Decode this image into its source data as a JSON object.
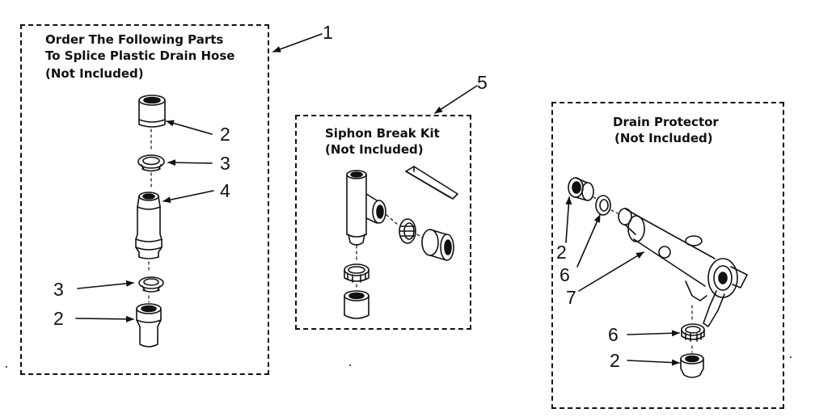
{
  "groups": {
    "splice": {
      "title_lines": [
        "Order The Following Parts",
        "To Splice Plastic Drain Hose",
        "(Not Included)"
      ],
      "callout": "1"
    },
    "siphon": {
      "title_lines": [
        "Siphon Break Kit",
        "(Not Included)"
      ],
      "callout": "5"
    },
    "protector": {
      "title_lines": [
        "Drain Protector",
        "(Not Included)"
      ]
    }
  },
  "callouts": {
    "splice_2_top": "2",
    "splice_3_top": "3",
    "splice_4": "4",
    "splice_3_bottom": "3",
    "splice_2_bottom": "2",
    "prot_2_left": "2",
    "prot_6_left": "6",
    "prot_7": "7",
    "prot_6_right": "6",
    "prot_2_right": "2"
  }
}
